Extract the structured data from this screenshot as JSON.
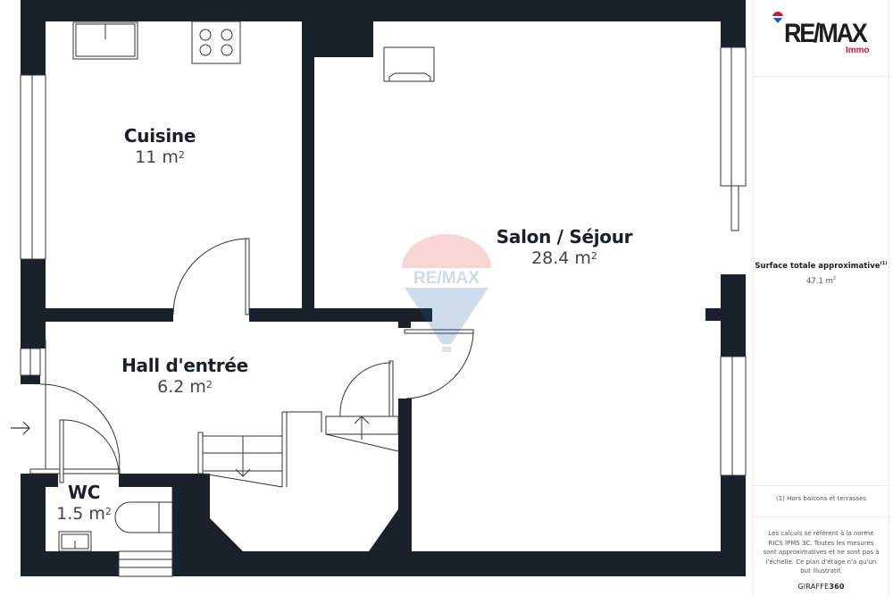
{
  "rooms": [
    {
      "name": "Cuisine",
      "area_value": "11 m",
      "area_unit_sup": "2"
    },
    {
      "name": "Salon / Séjour",
      "area_value": "28.4 m",
      "area_unit_sup": "2"
    },
    {
      "name": "Hall d'entrée",
      "area_value": "6.2 m",
      "area_unit_sup": "2"
    },
    {
      "name": "WC",
      "area_value": "1.5 m",
      "area_unit_sup": "2"
    }
  ],
  "plan": {
    "wall_color": "#1a212b",
    "line_color": "#333333",
    "entrance_icon": "arrow-right-icon",
    "watermark_text": "RE/MAX"
  },
  "sidebar": {
    "logo": {
      "brand": "RE/MAX",
      "sub": "Immo",
      "brand_color": "#1d1d1d",
      "sub_color": "#c41e3a"
    },
    "surface": {
      "title": "Surface totale approximative",
      "footnote_ref": "(1)",
      "value": "47.1 m",
      "value_sup": "2"
    },
    "note_balcony": "(1) Hors balcons et terrasses",
    "disclaimer": "Les calculs se réfèrent à la norme RICS IPMS 3C. Toutes les mesures sont approximatives et ne sont pas à l'échelle. Ce plan d'étage n'a qu'un but illustratif.",
    "credit": {
      "part1": "GIRAFFE",
      "part2": "360"
    }
  }
}
